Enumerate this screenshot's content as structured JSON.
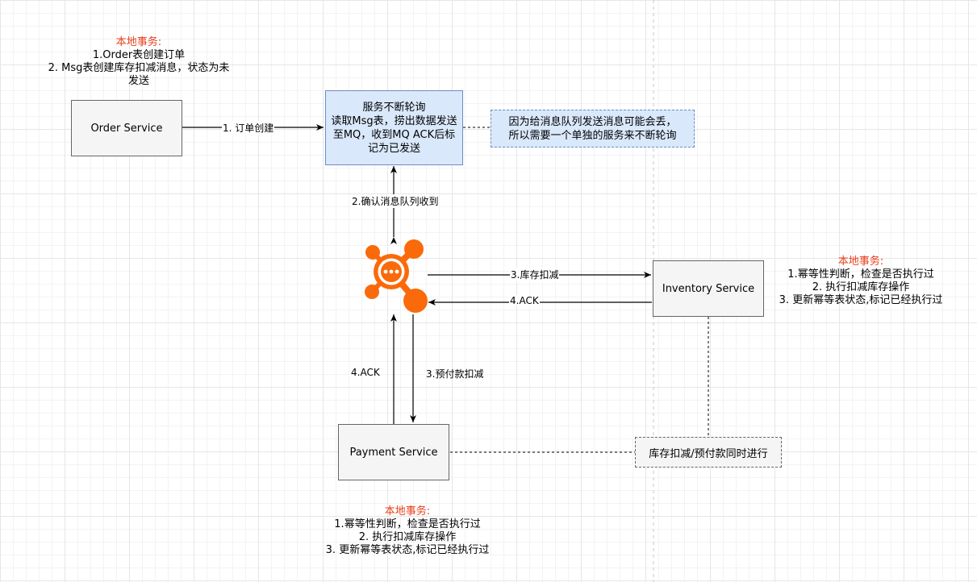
{
  "nodes": {
    "order_service": "Order Service",
    "poll_service": [
      "服务不断轮询",
      "读取Msg表，捞出数据发送",
      "至MQ，收到MQ ACK后标",
      "记为已发送"
    ],
    "poll_note": [
      "因为给消息队列发送消息可能会丢，",
      "所以需要一个单独的服务来不断轮询"
    ],
    "inventory_service": "Inventory Service",
    "payment_service": "Payment Service",
    "concurrent_note": "库存扣减/预付款同时进行"
  },
  "notes": {
    "order": {
      "title": "本地事务:",
      "lines": [
        "1.Order表创建订单",
        "2. Msg表创建库存扣减消息，状态为未",
        "发送"
      ]
    },
    "inventory": {
      "title": "本地事务:",
      "lines": [
        "1.幂等性判断，检查是否执行过",
        "2. 执行扣减库存操作",
        "3. 更新幂等表状态,标记已经执行过"
      ]
    },
    "payment": {
      "title": "本地事务:",
      "lines": [
        "1.幂等性判断，检查是否执行过",
        "2. 执行扣减库存操作",
        "3. 更新幂等表状态,标记已经执行过"
      ]
    }
  },
  "edges": {
    "create_order": "1. 订单创建",
    "confirm_mq": "2.确认消息队列收到",
    "inventory_deduct": "3.库存扣减",
    "inventory_ack": "4.ACK",
    "payment_ack": "4.ACK",
    "payment_deduct": "3.预付款扣减"
  },
  "icons": {
    "message_queue": "message-queue-hub-icon"
  },
  "colors": {
    "accent": "#e8401c",
    "mq_orange": "#fa6a0a",
    "poll_fill": "#dae8fc",
    "poll_stroke": "#6c8ebf",
    "service_fill": "#f5f5f5",
    "service_stroke": "#666666"
  }
}
